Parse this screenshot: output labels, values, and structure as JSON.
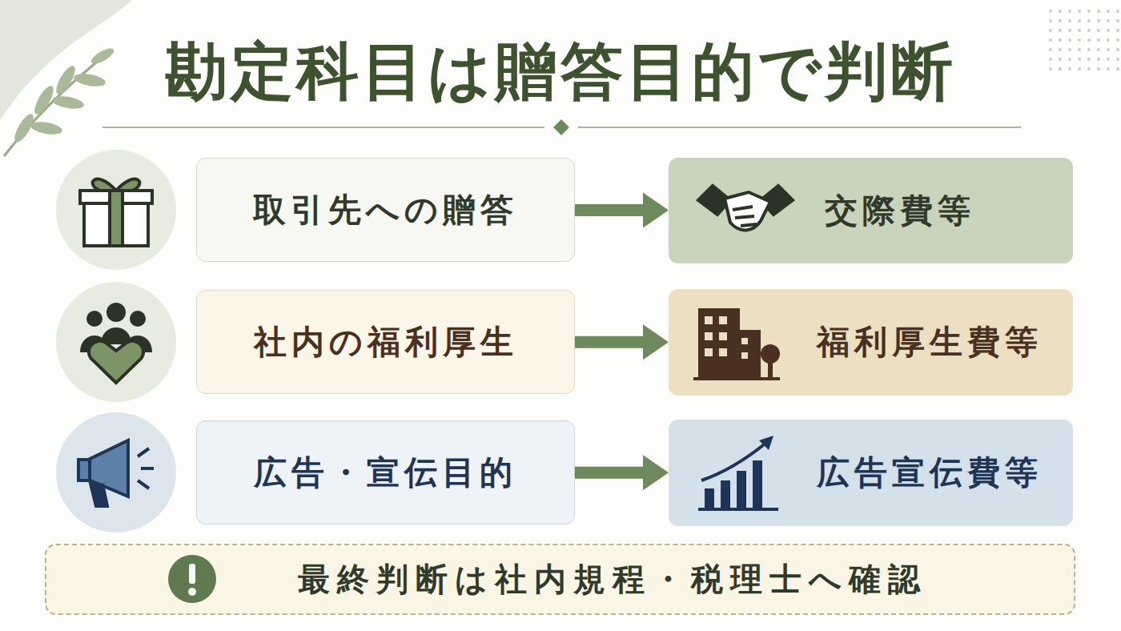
{
  "diagram": {
    "title": "勘定科目は贈答目的で判断",
    "nodes": [
      {
        "text": [
          "取引先への贈答"
        ]
      },
      {
        "text": [
          "交際費等"
        ]
      },
      {
        "text": [
          "社内の福利厚生"
        ]
      },
      {
        "text": [
          "福利厚生費等"
        ]
      },
      {
        "text": [
          "広告・宣伝目的"
        ]
      },
      {
        "text": [
          "広告宣伝費等"
        ]
      },
      {
        "text": [
          "最終判断は社内規程・税理士へ確認"
        ]
      }
    ],
    "edges": [
      {
        "from": 0,
        "to": 1,
        "arrow": "to"
      },
      {
        "from": 2,
        "to": 3,
        "arrow": "to"
      },
      {
        "from": 4,
        "to": 5,
        "arrow": "to"
      }
    ]
  }
}
